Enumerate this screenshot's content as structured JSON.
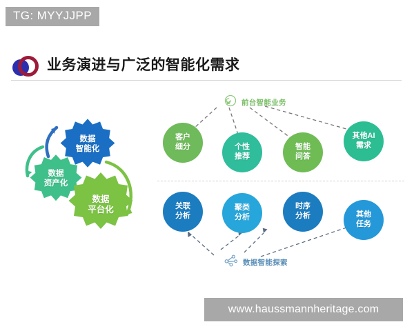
{
  "banner": {
    "text": "TG: MYYJJPP"
  },
  "header": {
    "title": "业务演进与广泛的智能化需求",
    "logo_icon": "double-circle-logo-icon",
    "logo_colors": {
      "blue": "#2b2fae",
      "crimson": "#9d1b38"
    }
  },
  "gears": {
    "items": [
      {
        "id": "gear-intel",
        "label": "数据\n智能化",
        "color": "#1a6fc4"
      },
      {
        "id": "gear-asset",
        "label": "数据\n资产化",
        "color": "#3fc08a"
      },
      {
        "id": "gear-plat",
        "label": "数据\n平台化",
        "color": "#7cc243"
      }
    ],
    "arrow_color_top": "#2f6fc0",
    "arrow_color_left": "#3fc08a",
    "arrow_color_right": "#7cc243"
  },
  "diagram": {
    "top_caption": {
      "text": "前台智能业务",
      "icon": "target-arrow-icon",
      "color": "#7dbf6a"
    },
    "bottom_caption": {
      "text": "数据智能探索",
      "icon": "network-share-icon",
      "color": "#5b8fb8"
    },
    "top_bubbles": [
      {
        "id": "bub-t0",
        "label": "客户\n细分",
        "color": "#6fba5a"
      },
      {
        "id": "bub-t1",
        "label": "个性\n推荐",
        "color": "#2fbd9c"
      },
      {
        "id": "bub-t2",
        "label": "智能\n问答",
        "color": "#6fbc55"
      },
      {
        "id": "bub-t3",
        "label": "其他AI\n需求",
        "color": "#2cbd93"
      }
    ],
    "bottom_bubbles": [
      {
        "id": "bub-b0",
        "label": "关联\n分析",
        "color": "#1b7cc0"
      },
      {
        "id": "bub-b1",
        "label": "聚类\n分析",
        "color": "#27a6dc"
      },
      {
        "id": "bub-b2",
        "label": "时序\n分析",
        "color": "#1b7cc0"
      },
      {
        "id": "bub-b3",
        "label": "其他\n任务",
        "color": "#2498d8"
      }
    ]
  },
  "watermark": {
    "text": "www.haussmannheritage.com"
  }
}
